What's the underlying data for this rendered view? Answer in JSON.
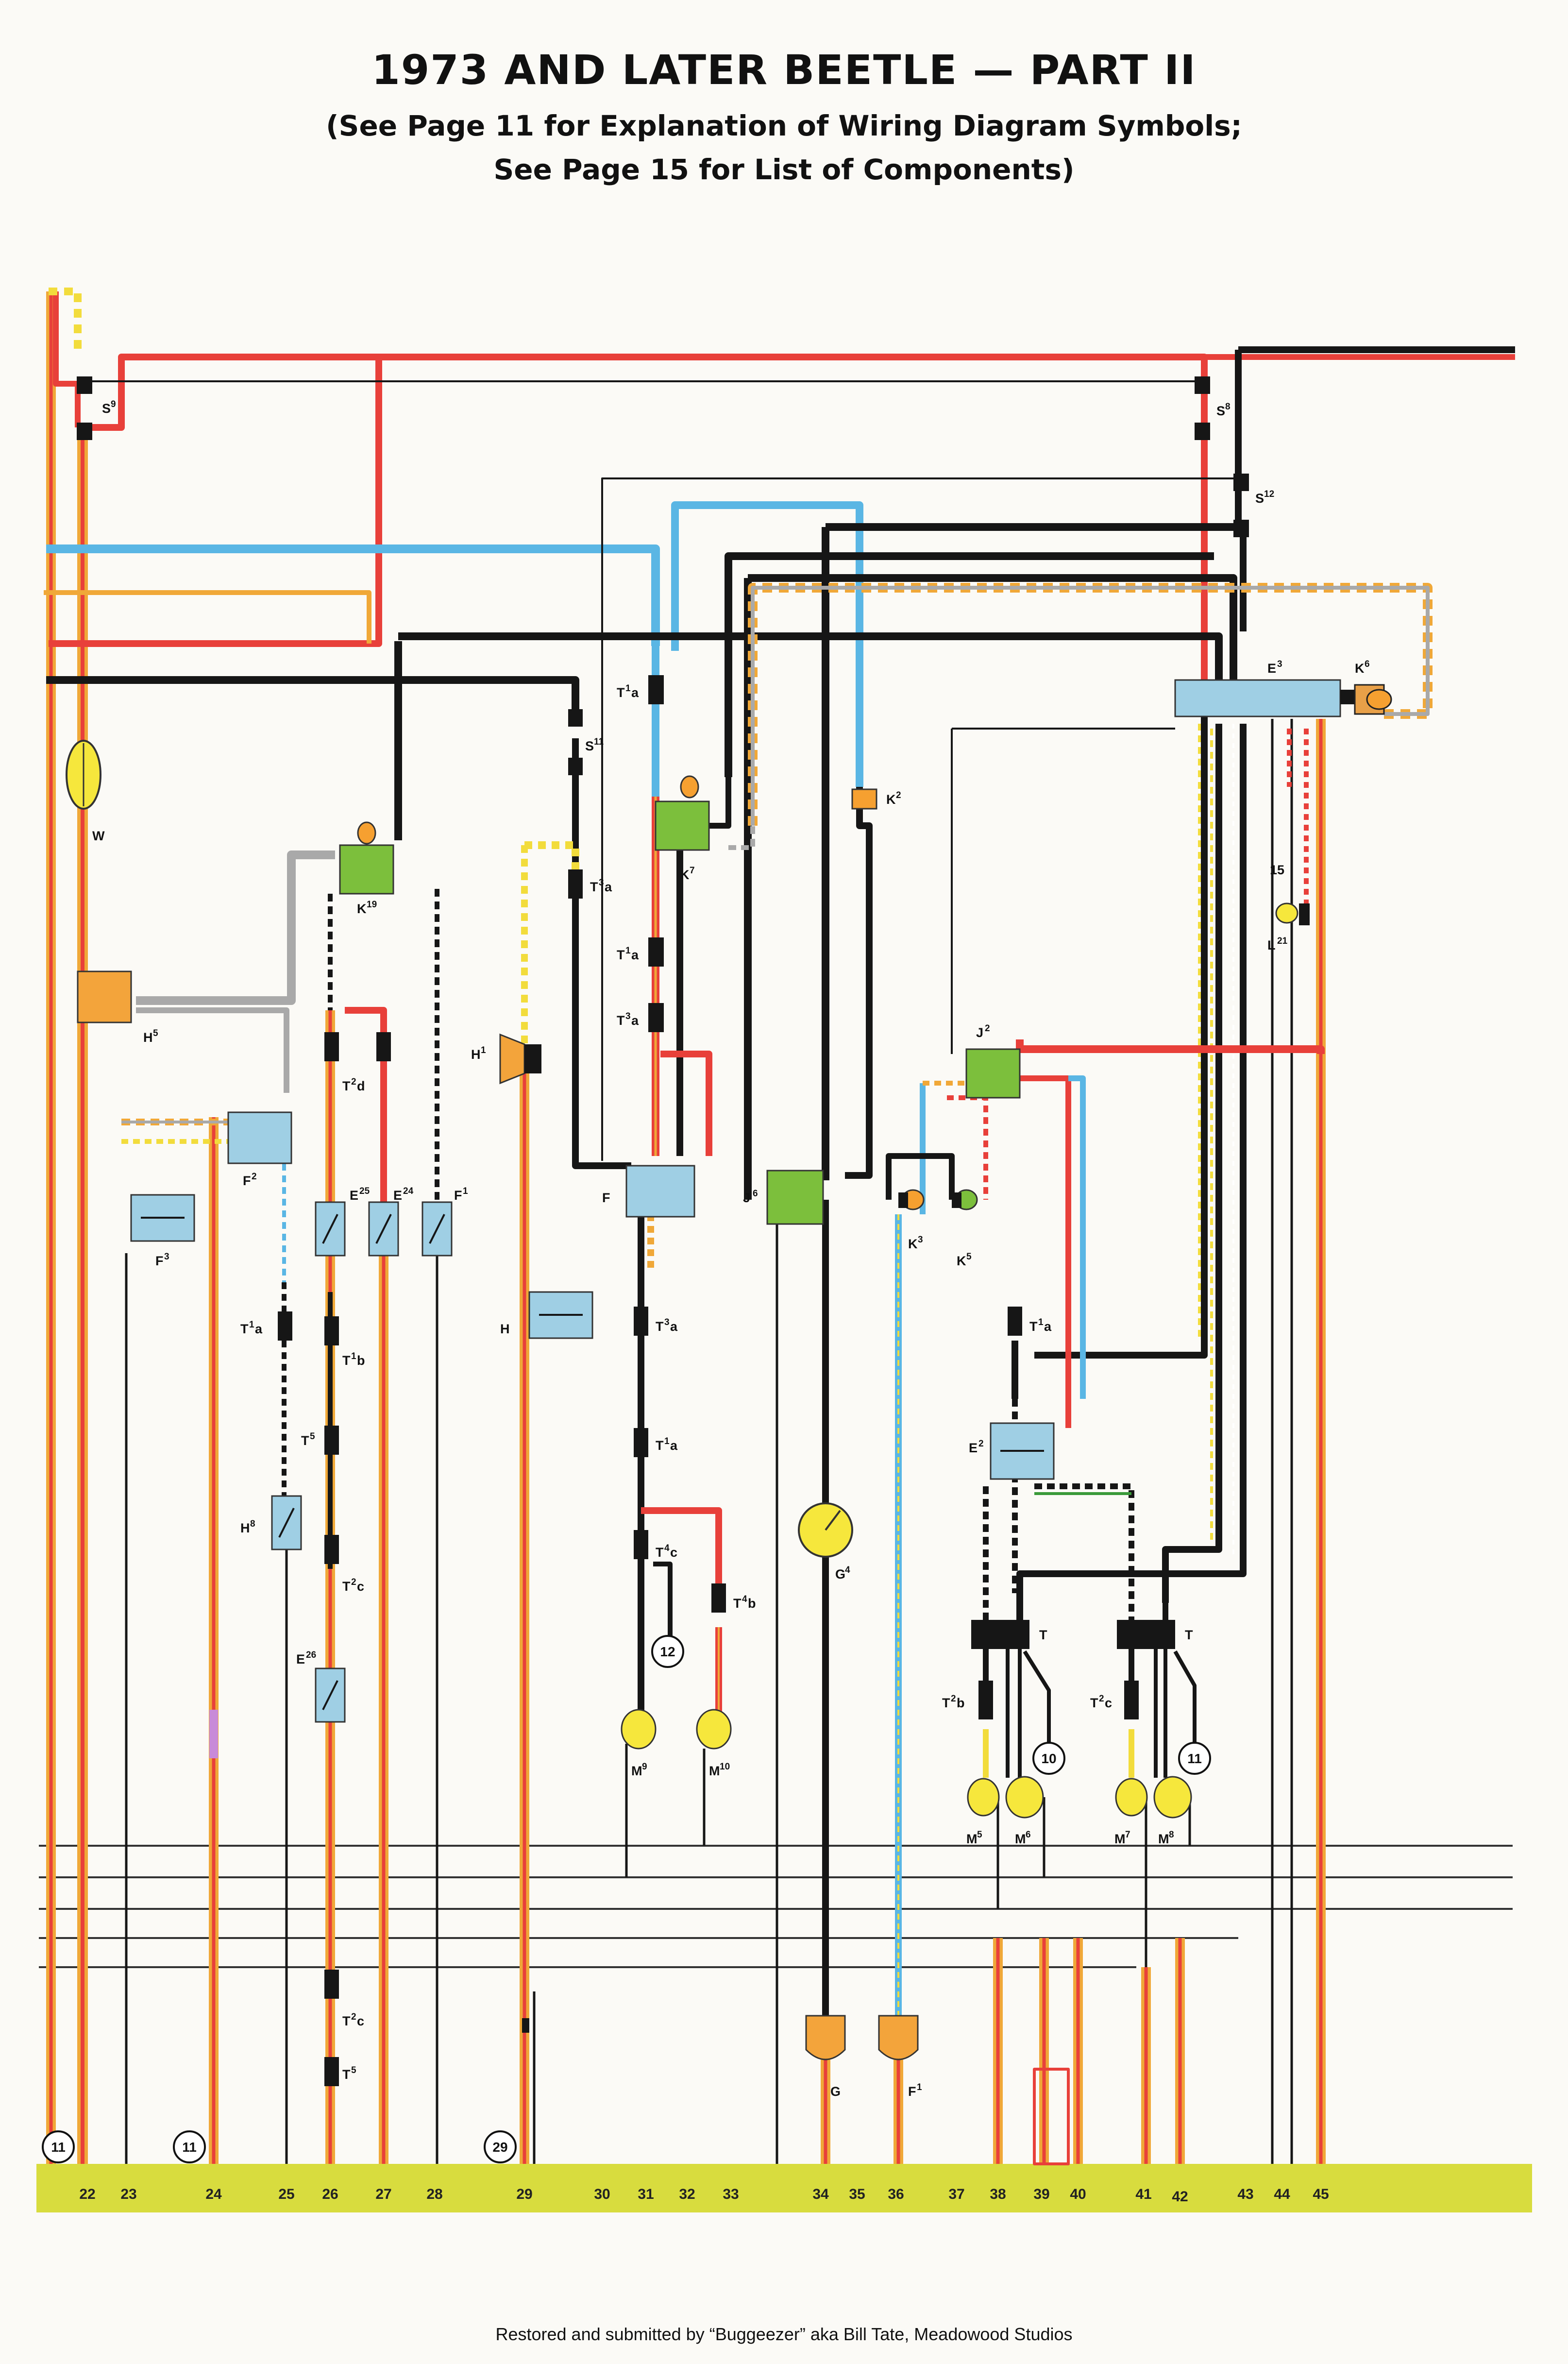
{
  "header": {
    "title": "1973 AND LATER BEETLE — PART II",
    "subtitle_line1": "(See Page 11 for Explanation of Wiring Diagram Symbols;",
    "subtitle_line2": "See Page 15 for List of Components)"
  },
  "colors": {
    "red": "#e8403a",
    "orange": "#f0a838",
    "black": "#161616",
    "blue": "#5ab6e4",
    "grey": "#a9a9a9",
    "yellow": "#f2dc3c",
    "green": "#3a9a3a",
    "bus": "#d8dc3e",
    "component_green": "#7cbf3c",
    "component_blue": "#9fcfe4",
    "component_orange": "#f3a43b",
    "bulb": "#f6e73c"
  },
  "components": {
    "S9": "S",
    "S9_sub": "9",
    "S8": "S",
    "S8_sub": "8",
    "S12": "S",
    "S12_sub": "12",
    "S11": "S",
    "S11_sub": "11",
    "E3": "E",
    "E3_sub": "3",
    "K6": "K",
    "K6_sub": "6",
    "W": "W",
    "H5": "H",
    "H5_sub": "5",
    "K19": "K",
    "K19_sub": "19",
    "K7": "K",
    "K7_sub": "7",
    "K2": "K",
    "K2_sub": "2",
    "T1a_top": "T",
    "T1a_top_sup": "1",
    "T1a_top_suf": "a",
    "T3a_1": "T",
    "T3a_1_sup": "3",
    "T3a_1_suf": "a",
    "T1a_2": "T",
    "T1a_2_sup": "1",
    "T1a_2_suf": "a",
    "T3a_2": "T",
    "T3a_2_sup": "3",
    "T3a_2_suf": "a",
    "H1": "H",
    "H1_sub": "1",
    "T2d": "T",
    "T2d_sup": "2",
    "T2d_suf": "d",
    "E25": "E",
    "E25_sub": "25",
    "E24": "E",
    "E24_sub": "24",
    "F1_sw": "F",
    "F1_sw_sub": "1",
    "F2": "F",
    "F2_sub": "2",
    "F3": "F",
    "F3_sub": "3",
    "F": "F",
    "J6": "J",
    "J6_sub": "6",
    "J2": "J",
    "J2_sub": "2",
    "K3": "K",
    "K3_sub": "3",
    "K5": "K",
    "K5_sub": "5",
    "L21": "L",
    "L21_sub": "21",
    "L21_wire": "15",
    "H": "H",
    "T1a_3": "T",
    "T1a_3_sup": "1",
    "T1a_3_suf": "a",
    "T1b": "T",
    "T1b_sup": "1",
    "T1b_suf": "b",
    "T5_1": "T",
    "T5_1_sup": "5",
    "H8": "H",
    "H8_sub": "8",
    "T2c_1": "T",
    "T2c_1_sup": "2",
    "T2c_1_suf": "c",
    "E26": "E",
    "E26_sub": "26",
    "T3a_3": "T",
    "T3a_3_sup": "3",
    "T3a_3_suf": "a",
    "T1a_4": "T",
    "T1a_4_sup": "1",
    "T1a_4_suf": "a",
    "T4c": "T",
    "T4c_sup": "4",
    "T4c_suf": "c",
    "T4b": "T",
    "T4b_sup": "4",
    "T4b_suf": "b",
    "G4": "G",
    "G4_sub": "4",
    "T1a_5": "T",
    "T1a_5_sup": "1",
    "T1a_5_suf": "a",
    "E2": "E",
    "E2_sub": "2",
    "T_left": "T",
    "T_right": "T",
    "T2b": "T",
    "T2b_sup": "2",
    "T2b_suf": "b",
    "T2c_2": "T",
    "T2c_2_sup": "2",
    "T2c_2_suf": "c",
    "M9": "M",
    "M9_sub": "9",
    "M10": "M",
    "M10_sub": "10",
    "M5": "M",
    "M5_sub": "5",
    "M6": "M",
    "M6_sub": "6",
    "M7": "M",
    "M7_sub": "7",
    "M8": "M",
    "M8_sub": "8",
    "G": "G",
    "F1_bottom": "F",
    "F1_bottom_sub": "1",
    "T2c_3": "T",
    "T2c_3_sup": "2",
    "T2c_3_suf": "c",
    "T5_2": "T",
    "T5_2_sup": "5"
  },
  "circle_refs": {
    "c12": "12",
    "c10": "10",
    "c11a": "11",
    "c11_left1": "11",
    "c11_left2": "11",
    "c29": "29"
  },
  "bus_numbers": [
    "22",
    "23",
    "24",
    "25",
    "26",
    "27",
    "28",
    "29",
    "30",
    "31",
    "32",
    "33",
    "34",
    "35",
    "36",
    "37",
    "38",
    "39",
    "40",
    "41",
    "42",
    "43",
    "44",
    "45"
  ],
  "footer": {
    "credit": "Restored and submitted by “Buggeezer” aka Bill Tate, Meadowood Studios"
  }
}
